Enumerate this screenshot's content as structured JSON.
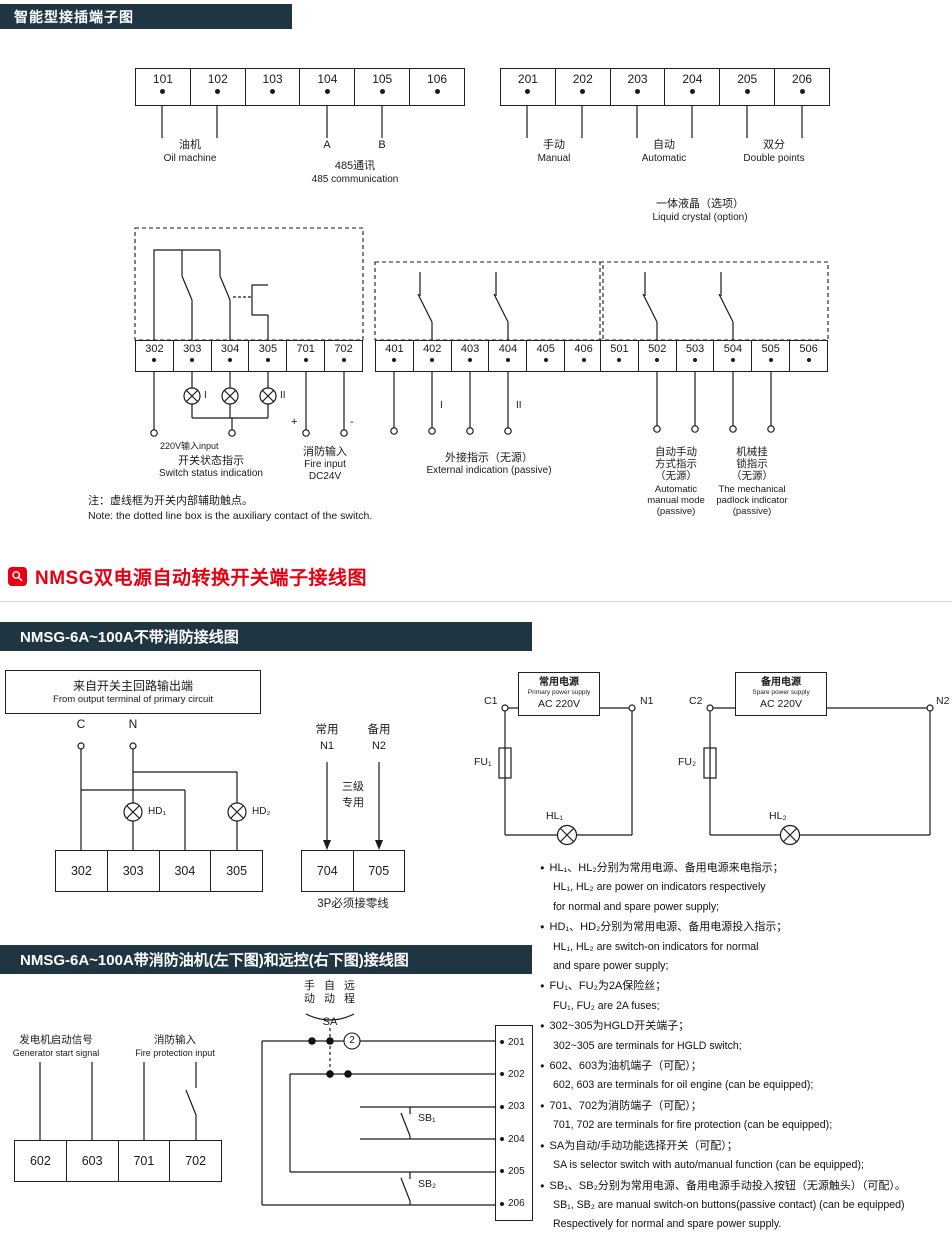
{
  "page": {
    "header_title": "智能型接插端子图",
    "red_title": "NMSG双电源自动转换开关端子接线图",
    "banner1": "NMSG-6A~100A不带消防接线图",
    "banner2": "NMSG-6A~100A带消防油机(左下图)和远控(右下图)接线图",
    "note_cn": "注：虚线框为开关内部辅助触点。",
    "note_en": "Note: the dotted line box is the auxiliary contact of the switch."
  },
  "plug": {
    "block1": [
      "101",
      "102",
      "103",
      "104",
      "105",
      "106"
    ],
    "block2": [
      "201",
      "202",
      "203",
      "204",
      "205",
      "206"
    ],
    "row3": [
      "302",
      "303",
      "304",
      "305",
      "701",
      "702"
    ],
    "row4": [
      "401",
      "402",
      "403",
      "404",
      "405",
      "406"
    ],
    "row5": [
      "501",
      "502",
      "503",
      "504",
      "505",
      "506"
    ],
    "oil_cn": "油机",
    "oil_en": "Oil machine",
    "a": "A",
    "b": "B",
    "comm_cn": "485通讯",
    "comm_en": "485 communication",
    "manual_cn": "手动",
    "manual_en": "Manual",
    "auto_cn": "自动",
    "auto_en": "Automatic",
    "double_cn": "双分",
    "double_en": "Double points",
    "lcd_cn": "一体液晶（选项）",
    "lcd_en": "Liquid crystal (option)",
    "v220": "220V输入input",
    "sw_cn": "开关状态指示",
    "sw_en": "Switch status indication",
    "fire_cn": "消防输入",
    "fire_en": "Fire input",
    "fire_v": "DC24V",
    "plus": "+",
    "minus": "-",
    "i": "I",
    "ii": "II",
    "ext_cn": "外接指示（无源）",
    "ext_en": "External indication (passive)",
    "am_cn": [
      "自动手动",
      "方式指示",
      "（无源）"
    ],
    "am_en": [
      "Automatic",
      "manual mode",
      "(passive)"
    ],
    "pl_cn": [
      "机械挂",
      "锁指示",
      "（无源）"
    ],
    "pl_en": [
      "The mechanical",
      "padlock indicator",
      "(passive)"
    ]
  },
  "nofire": {
    "from_cn": "来自开关主回路输出端",
    "from_en": "From output terminal of primary circuit",
    "c": "C",
    "n": "N",
    "hd1": "HD₁",
    "hd2": "HD₂",
    "row": [
      "302",
      "303",
      "304",
      "305"
    ],
    "normal_cn": "常用",
    "n1": "N1",
    "spare_cn": "备用",
    "n2": "N2",
    "lv1": "三级",
    "lv2": "专用",
    "row2": [
      "704",
      "705"
    ],
    "zero": "3P必须接零线",
    "c1": "C1",
    "n1r": "N1",
    "c2": "C2",
    "n2r": "N2",
    "ps1_cn": "常用电源",
    "ps1_en": "Primary power supply",
    "ac1": "AC 220V",
    "ps2_cn": "备用电源",
    "ps2_en": "Spare power supply",
    "ac2": "AC 220V",
    "fu1": "FU₁",
    "fu2": "FU₂",
    "hl1": "HL₁",
    "hl2": "HL₂"
  },
  "bullets": [
    {
      "t": "HL₁、HL₂分别为常用电源、备用电源来电指示；"
    },
    {
      "t": "HL₁, HL₂ are power on indicators respectively"
    },
    {
      "t": "for normal and spare power supply;"
    },
    {
      "t": "HD₁、HD₂分别为常用电源、备用电源投入指示；"
    },
    {
      "t": "HL₁, HL₂ are switch-on indicators for normal"
    },
    {
      "t": "and spare power supply;"
    },
    {
      "t": "FU₁、FU₂为2A保险丝；"
    },
    {
      "t": "FU₁, FU₂ are 2A fuses;"
    },
    {
      "t": "302~305为HGLD开关端子；"
    },
    {
      "t": "302~305 are terminals for HGLD switch;"
    },
    {
      "t": "602、603为油机端子（可配）；"
    },
    {
      "t": "602, 603 are terminals for oil engine (can be equipped);"
    },
    {
      "t": "701、702为消防端子（可配）；"
    },
    {
      "t": "701, 702 are terminals for fire protection (can be equipped);"
    },
    {
      "t": "SA为自动/手动功能选择开关（可配）；"
    },
    {
      "t": "SA is selector switch with auto/manual function (can be equipped);"
    },
    {
      "t": "SB₁、SB₂分别为常用电源、备用电源手动投入按钮（无源触头）（可配）。"
    },
    {
      "t": "SB₁, SB₂ are manual switch-on buttons(passive contact) (can be equipped)"
    },
    {
      "t": "Respectively for normal and spare power supply."
    }
  ],
  "fire": {
    "gen_cn": "发电机启动信号",
    "gen_en": "Generator start signal",
    "fire_cn": "消防输入",
    "fire_en": "Fire protection input",
    "row": [
      "602",
      "603",
      "701",
      "702"
    ],
    "modes": [
      "手动",
      "自动",
      "远程"
    ],
    "sa": "SA",
    "num2": "2",
    "sb1": "SB₁",
    "sb2": "SB₂",
    "strip": [
      "201",
      "202",
      "203",
      "204",
      "205",
      "206"
    ]
  }
}
